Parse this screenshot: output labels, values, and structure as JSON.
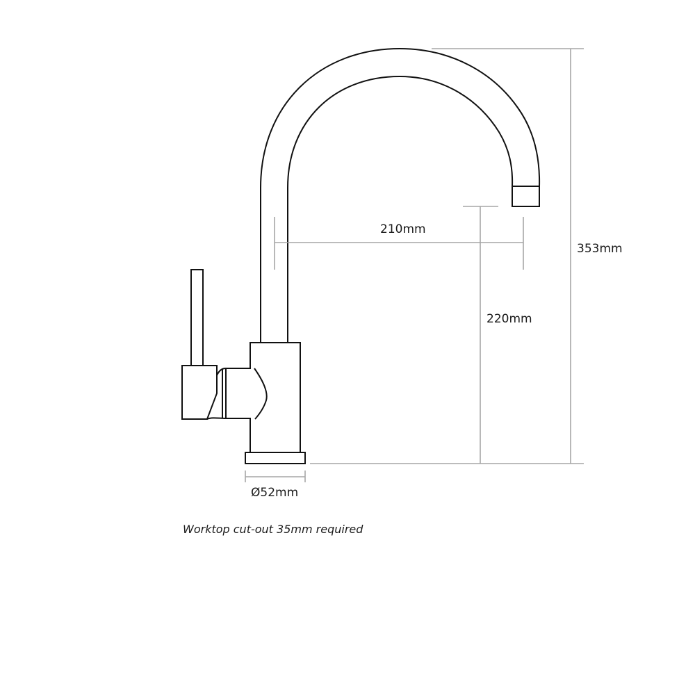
{
  "diagram": {
    "dimensions": {
      "spout_reach": "210mm",
      "spout_height": "220mm",
      "overall_height": "353mm",
      "base_diameter": "Ø52mm"
    },
    "note": "Worktop cut-out 35mm required",
    "colors": {
      "outline": "#111111",
      "dimension_line": "#a6a6a6",
      "text": "#1a1a1a"
    }
  }
}
